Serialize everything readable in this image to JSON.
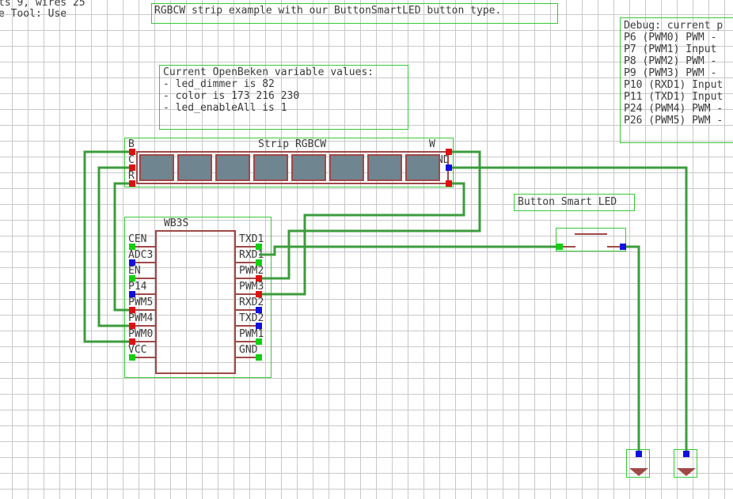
{
  "status": {
    "line1": "ts 9, wires 25",
    "line2": "e Tool: Use"
  },
  "title": "RGBCW strip example with our ButtonSmartLED button type.",
  "variables": {
    "header": "Current OpenBeken variable values:",
    "lines": [
      "- led_dimmer is 82",
      "- color is 173 216 230",
      "- led_enableAll is 1"
    ]
  },
  "debug": {
    "header": "Debug: current p",
    "lines": [
      "P6 (PWM0) PWM -",
      "P7 (PWM1) Input",
      "P8 (PWM2) PWM -",
      "P9 (PWM3) PWM -",
      "P10 (RXD1) Input",
      "P11 (TXD1) Input",
      "P24 (PWM4) PWM -",
      "P26 (PWM5) PWM -"
    ]
  },
  "strip": {
    "label": "Strip RGBCW",
    "pin_b": "B",
    "pin_c": "C",
    "pin_r": "R",
    "pin_w": "W",
    "pin_gnd": "ND",
    "led_count": 8,
    "led_color": "#6f8590"
  },
  "chip": {
    "name": "WB3S",
    "left_pins": [
      "CEN",
      "ADC3",
      "EN",
      "P14",
      "PWM5",
      "PWM4",
      "PWM0",
      "VCC"
    ],
    "right_pins": [
      "TXD1",
      "RXD1",
      "PWM2",
      "PWM3",
      "RXD2",
      "TXD2",
      "PWM1",
      "GND"
    ]
  },
  "button": {
    "label": "Button Smart LED"
  },
  "colors": {
    "wire": "#3c9c3c",
    "frame": "#38c838",
    "component": "#a04848",
    "pin_red": "#e01010",
    "pin_green": "#10d010",
    "pin_blue": "#1010e0",
    "ground": "#a04848"
  }
}
